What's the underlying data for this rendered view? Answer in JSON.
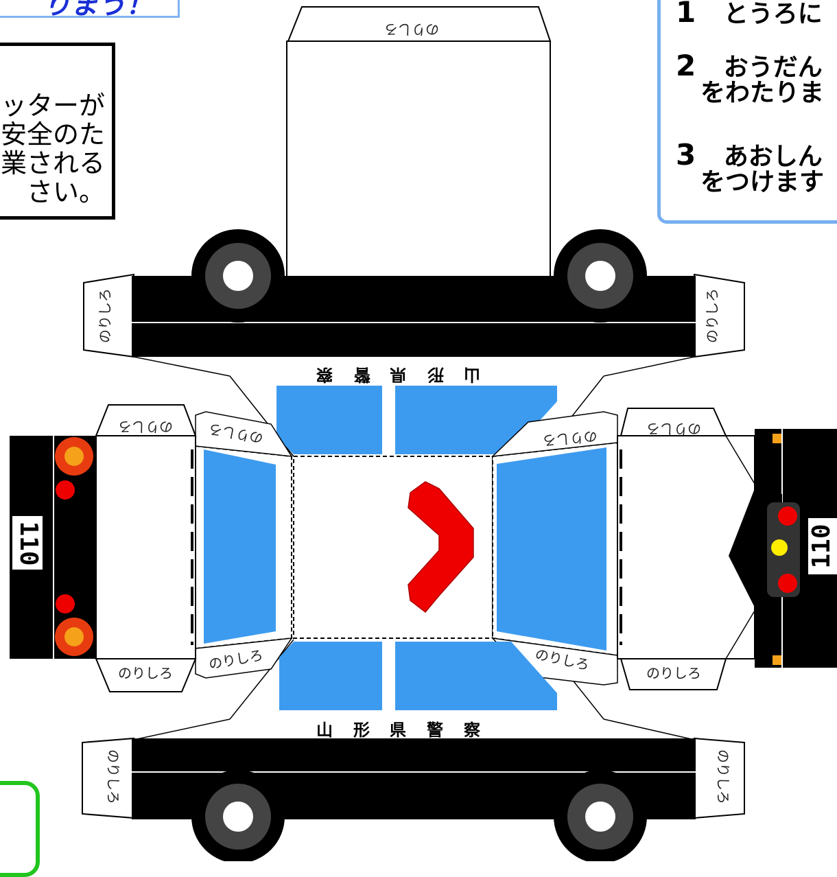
{
  "banner": {
    "text": "りまう！"
  },
  "warning": {
    "lines": [
      "ッターが",
      "安全のた",
      "業される",
      "さい。"
    ]
  },
  "steps": [
    {
      "num": "1",
      "line1": "とうろに",
      "line2": ""
    },
    {
      "num": "2",
      "line1": "おうだん",
      "line2": "をわたりま"
    },
    {
      "num": "3",
      "line1": "あおしん",
      "line2": "をつけます"
    }
  ],
  "car": {
    "glue_tab": "のりしろ",
    "police_chars": [
      "山",
      "形",
      "県",
      "警",
      "察"
    ],
    "plate_number": "110"
  },
  "colors": {
    "body": "#000000",
    "window": "#3d9bef",
    "siren": "#ee0000",
    "tail_light_outer": "#e83c10",
    "tail_light_inner": "#f5a11a",
    "indicator_yellow": "#ffee00",
    "banner_text": "#1a2fd6",
    "steps_border": "#78aff0",
    "green_border": "#22c51e"
  }
}
